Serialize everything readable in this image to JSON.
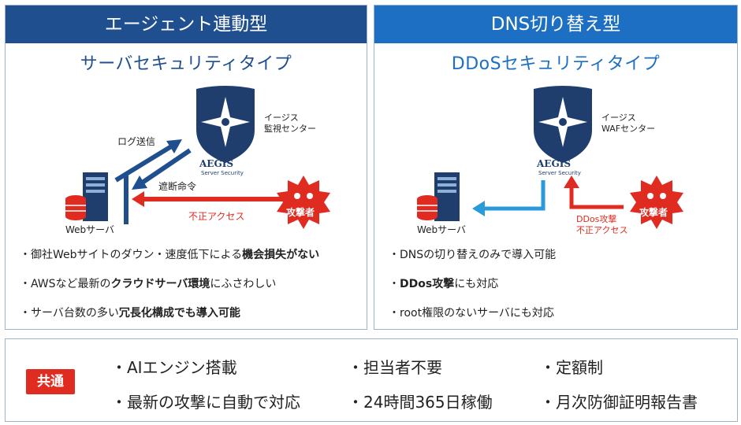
{
  "left_panel": {
    "header": "エージェント連動型",
    "subtitle": "サーバセキュリティタイプ",
    "center_label": [
      "イージス",
      "監視センター"
    ],
    "logo_text": "AEGIS",
    "logo_sub": "Server Security",
    "log_label": "ログ送信",
    "block_label": "遮断命令",
    "illegal_label": "不正アクセス",
    "server_label": "Webサーバ",
    "attacker_label": "攻撃者",
    "bullets": [
      {
        "dot": "・",
        "parts": [
          [
            "御社Webサイトのダウン・速度低下による",
            false
          ],
          [
            "機会損失がない",
            true
          ]
        ]
      },
      {
        "dot": "・",
        "parts": [
          [
            "AWSなど最新の",
            false
          ],
          [
            "クラウドサーバ環境",
            true
          ],
          [
            "にふさわしい",
            false
          ]
        ]
      },
      {
        "dot": "・",
        "parts": [
          [
            "サーバ台数の多い",
            false
          ],
          [
            "冗長化構成でも導入可能",
            true
          ]
        ]
      }
    ]
  },
  "right_panel": {
    "header": "DNS切り替え型",
    "subtitle": "DDoSセキュリティタイプ",
    "center_label": [
      "イージス",
      "WAFセンター"
    ],
    "logo_text": "AEGIS",
    "logo_sub": "Server Security",
    "ddos_label": [
      "DDos攻撃",
      "不正アクセス"
    ],
    "server_label": "Webサーバ",
    "attacker_label": "攻撃者",
    "bullets": [
      {
        "dot": "・",
        "parts": [
          [
            "DNSの切り替えのみで導入可能",
            false
          ]
        ]
      },
      {
        "dot": "・",
        "parts": [
          [
            "DDos攻撃",
            true
          ],
          [
            "にも対応",
            false
          ]
        ]
      },
      {
        "dot": "・",
        "parts": [
          [
            "root権限のないサーバにも対応",
            false
          ]
        ]
      }
    ]
  },
  "common": {
    "badge": "共通",
    "items": [
      "・AIエンジン搭載",
      "・担当者不要",
      "・定額制",
      "・最新の攻撃に自動で対応",
      "・24時間365日稼働",
      "・月次防御証明報告書"
    ]
  },
  "colors": {
    "navy": "#1f4f8f",
    "blue": "#1c6fc2",
    "red": "#e02b20",
    "lightblue": "#2a9ad9"
  }
}
